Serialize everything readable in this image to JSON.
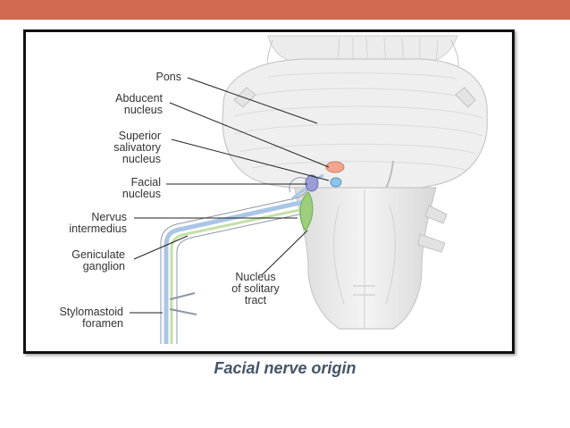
{
  "colors": {
    "header_bar": "#d06a50",
    "frame_border": "#111111",
    "caption": "#44546a",
    "abducent_nucleus": "#f2a48e",
    "superior_salivatory_nucleus": "#8fc4ea",
    "facial_nucleus": "#9a9cd6",
    "solitary_nucleus": "#9ccf7c",
    "nerve_motor": "#a9c6e6",
    "nerve_sensory": "#c3e0a6"
  },
  "labels": {
    "pons": "Pons",
    "abducent": "Abducent\nnucleus",
    "superior_salivatory": "Superior\nsalivatory\nnucleus",
    "facial": "Facial\nnucleus",
    "nervus_intermedius": "Nervus\nintermedius",
    "geniculate": "Geniculate\nganglion",
    "stylomastoid": "Stylomastoid\nforamen",
    "solitary": "Nucleus\nof solitary\ntract"
  },
  "caption": "Facial nerve origin"
}
